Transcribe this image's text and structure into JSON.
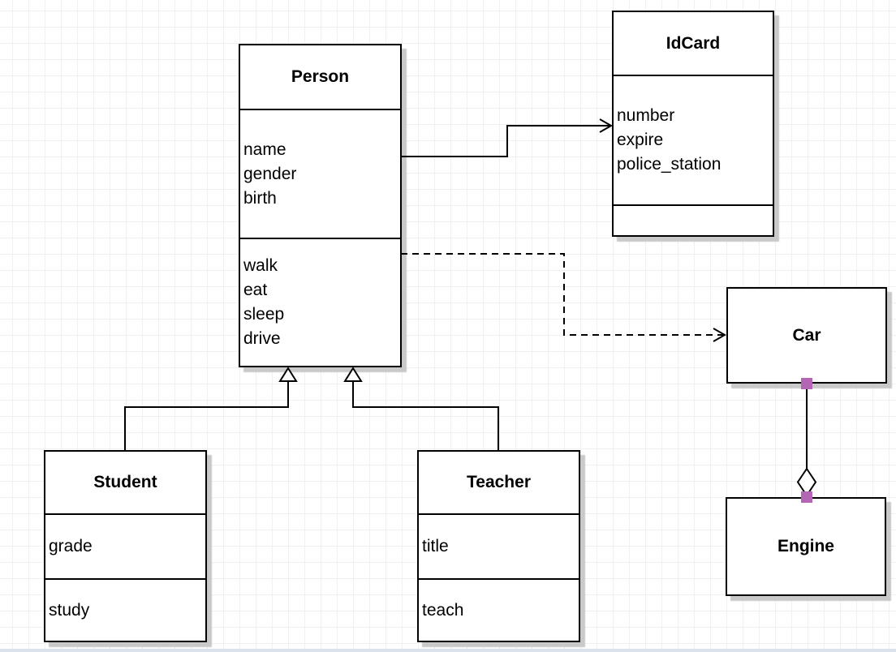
{
  "canvas": {
    "label": "UML class diagram editor canvas",
    "background": "#ffffff",
    "grid_line_color": "#f0f0f0",
    "bottom_edge_color": "#dbe2ec"
  },
  "classes": {
    "person": {
      "title": "Person",
      "attributes": [
        "name",
        "gender",
        "birth"
      ],
      "methods": [
        "walk",
        "eat",
        "sleep",
        "drive"
      ]
    },
    "idcard": {
      "title": "IdCard",
      "attributes": [
        "number",
        "expire",
        "police_station"
      ],
      "methods": []
    },
    "car": {
      "title": "Car",
      "attributes": [],
      "methods": []
    },
    "engine": {
      "title": "Engine",
      "attributes": [],
      "methods": []
    },
    "student": {
      "title": "Student",
      "attributes": [
        "grade"
      ],
      "methods": [
        "study"
      ]
    },
    "teacher": {
      "title": "Teacher",
      "attributes": [
        "title"
      ],
      "methods": [
        "teach"
      ]
    }
  },
  "edges": [
    {
      "from": "Person",
      "to": "IdCard",
      "type": "association",
      "line": "solid",
      "marker": "open-arrow"
    },
    {
      "from": "Person",
      "to": "Car",
      "type": "dependency",
      "line": "dashed",
      "marker": "open-arrow"
    },
    {
      "from": "Student",
      "to": "Person",
      "type": "generalization",
      "line": "solid",
      "marker": "hollow-triangle"
    },
    {
      "from": "Teacher",
      "to": "Person",
      "type": "generalization",
      "line": "solid",
      "marker": "hollow-triangle"
    },
    {
      "from": "Car",
      "to": "Engine",
      "type": "aggregation",
      "line": "solid",
      "marker": "hollow-diamond",
      "endpoint_style": "fixed-connection-point-squares"
    }
  ],
  "colors": {
    "stroke": "#000000",
    "box_fill": "#ffffff",
    "shadow": "#c9c9c9",
    "fixed_point": "#b466b4"
  }
}
